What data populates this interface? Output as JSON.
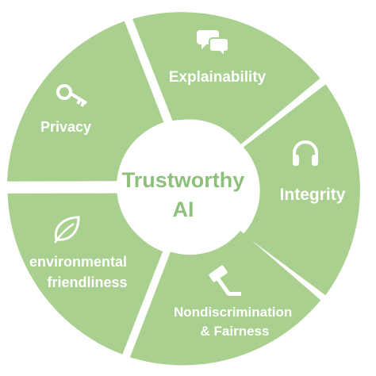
{
  "center": {
    "line1": "Trustworthy",
    "line2": "AI"
  },
  "segments": [
    {
      "id": "explainability",
      "label_lines": [
        "Explainability"
      ],
      "icon": "speech-bubbles-icon"
    },
    {
      "id": "integrity",
      "label_lines": [
        "Integrity"
      ],
      "icon": "headphones-icon"
    },
    {
      "id": "nondiscrimination",
      "label_lines": [
        "Nondiscrimination",
        "& Fairness"
      ],
      "icon": "gavel-icon"
    },
    {
      "id": "environmental",
      "label_lines": [
        "environmental",
        "friendliness"
      ],
      "icon": "leaf-icon"
    },
    {
      "id": "privacy",
      "label_lines": [
        "Privacy"
      ],
      "icon": "key-icon"
    }
  ],
  "colors": {
    "segment": "#a9d08e",
    "center_text": "#8dc07a",
    "label": "#ffffff",
    "background": "#ffffff"
  }
}
